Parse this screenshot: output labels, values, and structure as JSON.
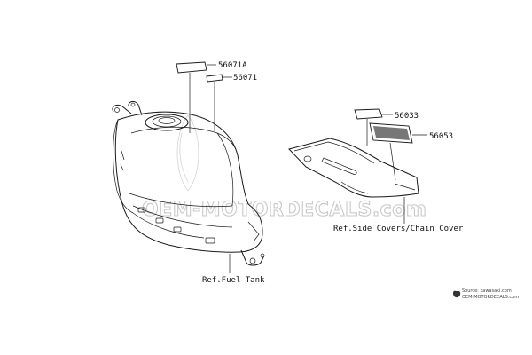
{
  "parts": [
    {
      "number": "56071A"
    },
    {
      "number": "56071"
    },
    {
      "number": "56033"
    },
    {
      "number": "56053"
    }
  ],
  "references": {
    "fuel_tank": "Ref.Fuel Tank",
    "side_covers": "Ref.Side Covers/Chain Cover"
  },
  "watermark": {
    "text": "OEM-MOTORDECALS.com"
  },
  "source_credit": {
    "line1": "Source: kawasaki.com",
    "line2": "OEM-MOTORDECALS.com"
  },
  "colors": {
    "line": "#1a1a1a",
    "watermark": "#c9c9c9",
    "decal_fill": "#777777"
  }
}
